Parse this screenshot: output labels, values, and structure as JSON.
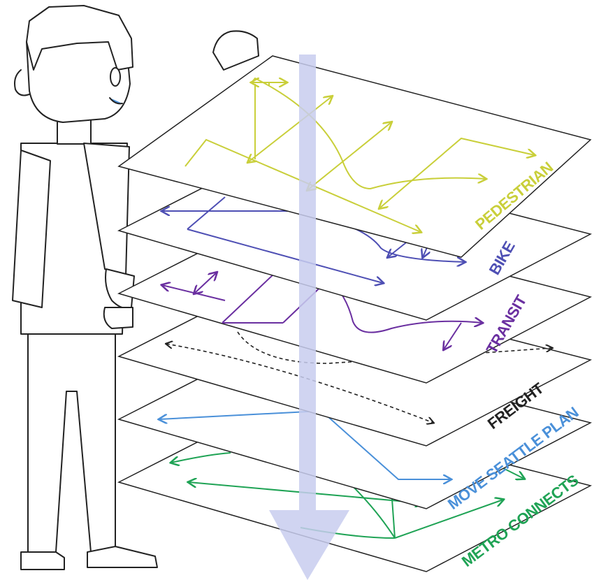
{
  "colors": {
    "pedestrian": "#c9cf3a",
    "bike": "#4e4fb4",
    "transit": "#6a2fa0",
    "freight": "#222222",
    "move_seattle": "#4a90d9",
    "metro_connects": "#1fa355",
    "arrow_down": "#c8cdee",
    "outline": "#222222"
  },
  "layers": {
    "pedestrian": "PEDESTRIAN",
    "bike": "BIKE",
    "transit": "TRANSIT",
    "freight": "FREIGHT",
    "move_seattle": "MOVE SEATTLE PLAN",
    "metro_connects": "METRO CONNECTS"
  },
  "icons": {
    "person": "person-holding-sheets-icon",
    "down_arrow": "down-arrow-icon"
  }
}
